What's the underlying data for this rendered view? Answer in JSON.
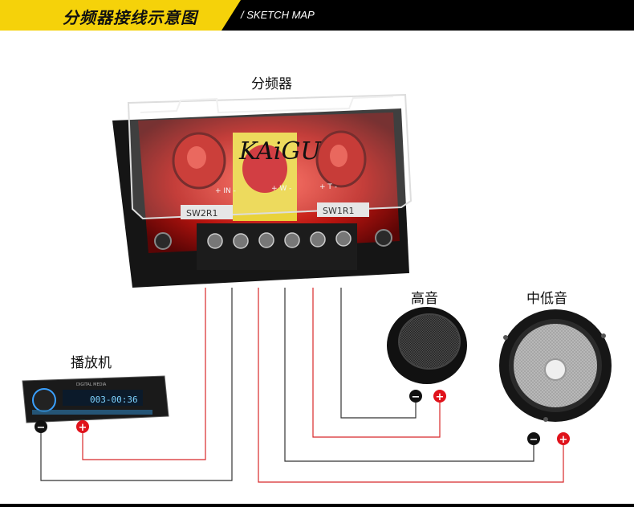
{
  "header": {
    "title": "分频器接线示意图",
    "subtitle": "/ SKETCH MAP"
  },
  "labels": {
    "crossover": "分频器",
    "tweeter": "高音",
    "midbass": "中低音",
    "headunit": "播放机"
  },
  "crossover": {
    "brand": "KAiGU",
    "terminal_labels": [
      "+ IN -",
      "+ W -",
      "+ T -"
    ],
    "switch_labels": [
      "SW2R1",
      "SW1R1"
    ]
  },
  "headunit": {
    "display_text": "003-00:36",
    "small_text": "DIGITAL MEDIA"
  },
  "polarity": {
    "negative": "−",
    "positive": "+"
  },
  "colors": {
    "header_accent": "#f5d20a",
    "wire_red": "#d8282a",
    "wire_black": "#333333",
    "positive_terminal": "#e0121b",
    "negative_terminal": "#111111"
  }
}
